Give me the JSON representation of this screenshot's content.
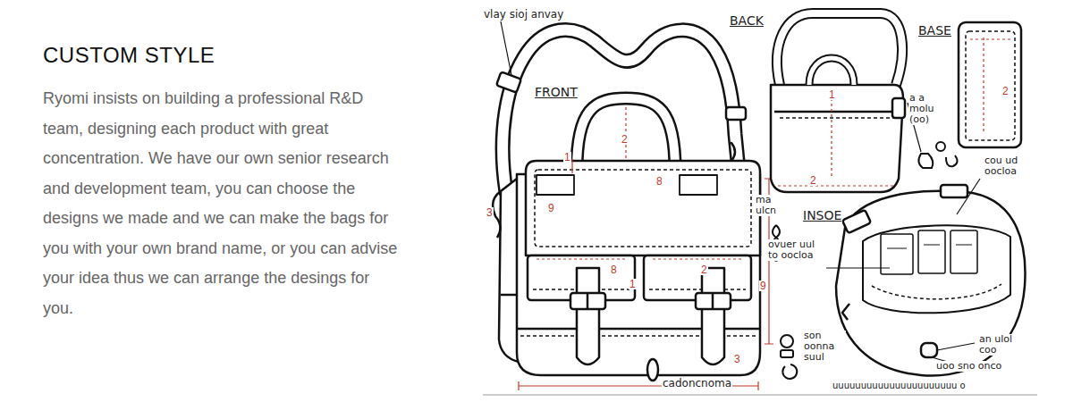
{
  "diagram": {
    "title": "CUSTOM STYLE",
    "caption": "Ryomi insists on building a professional R&D team, designing each product with great concentration. We have our own senior research and development team, you can choose the designs we made and we can make the bags for you with your own brand name, or you can advise your idea thus we can arrange the desings for you.",
    "labels": [
      "vlay sioj anvay",
      "FRONT",
      "BACK",
      "BASE",
      "a a molu (oo)",
      "cou ud oocloa",
      "ma ulcn",
      "INSOE",
      "ovuer uul to oocloa",
      "son oonna suul",
      "an ulol coo",
      "uoo sno onco",
      "cadoncnoma",
      "uuuuuuuuuuuuuuuuuuuuuu o",
      "2",
      "1",
      "8",
      "9",
      "8",
      "2",
      "1",
      "3",
      "3",
      "1",
      "2",
      "2",
      "9"
    ]
  }
}
